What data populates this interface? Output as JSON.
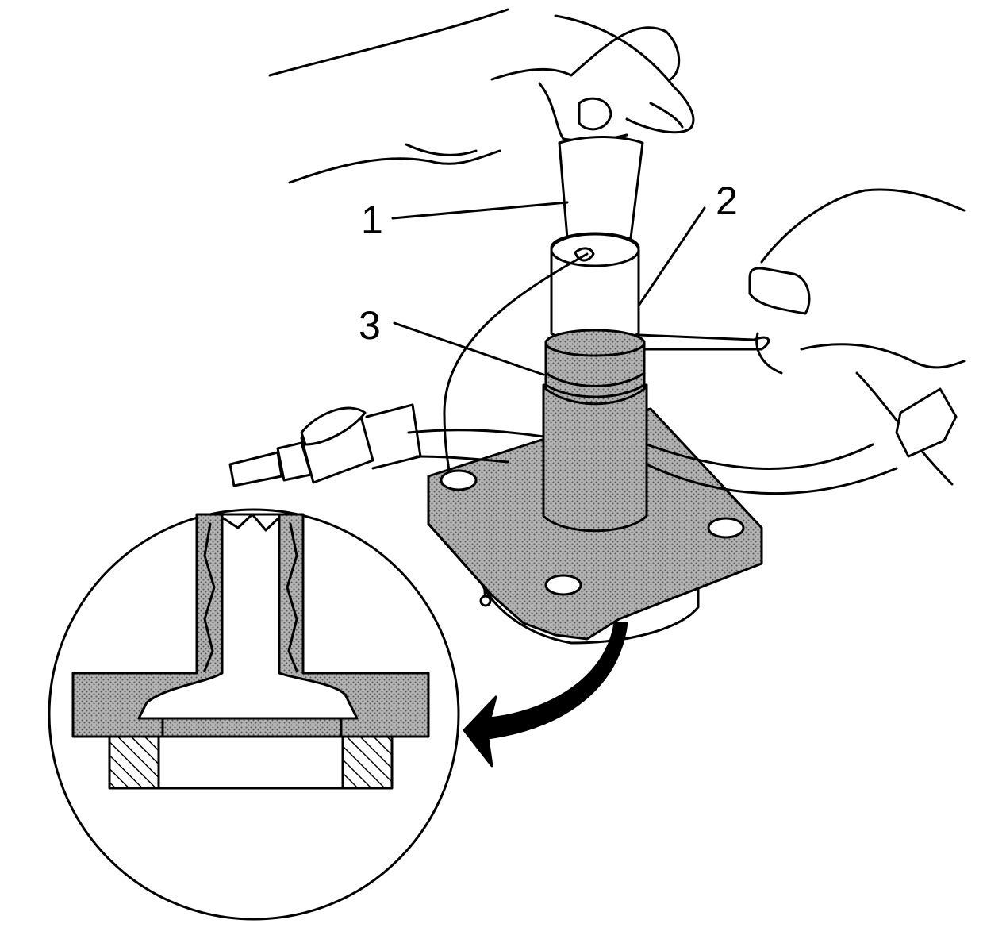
{
  "callouts": [
    {
      "label": "1"
    },
    {
      "label": "2"
    },
    {
      "label": "3"
    }
  ],
  "colors": {
    "ink": "#000000",
    "paper": "#ffffff",
    "stipple": "#9a9a9a"
  }
}
